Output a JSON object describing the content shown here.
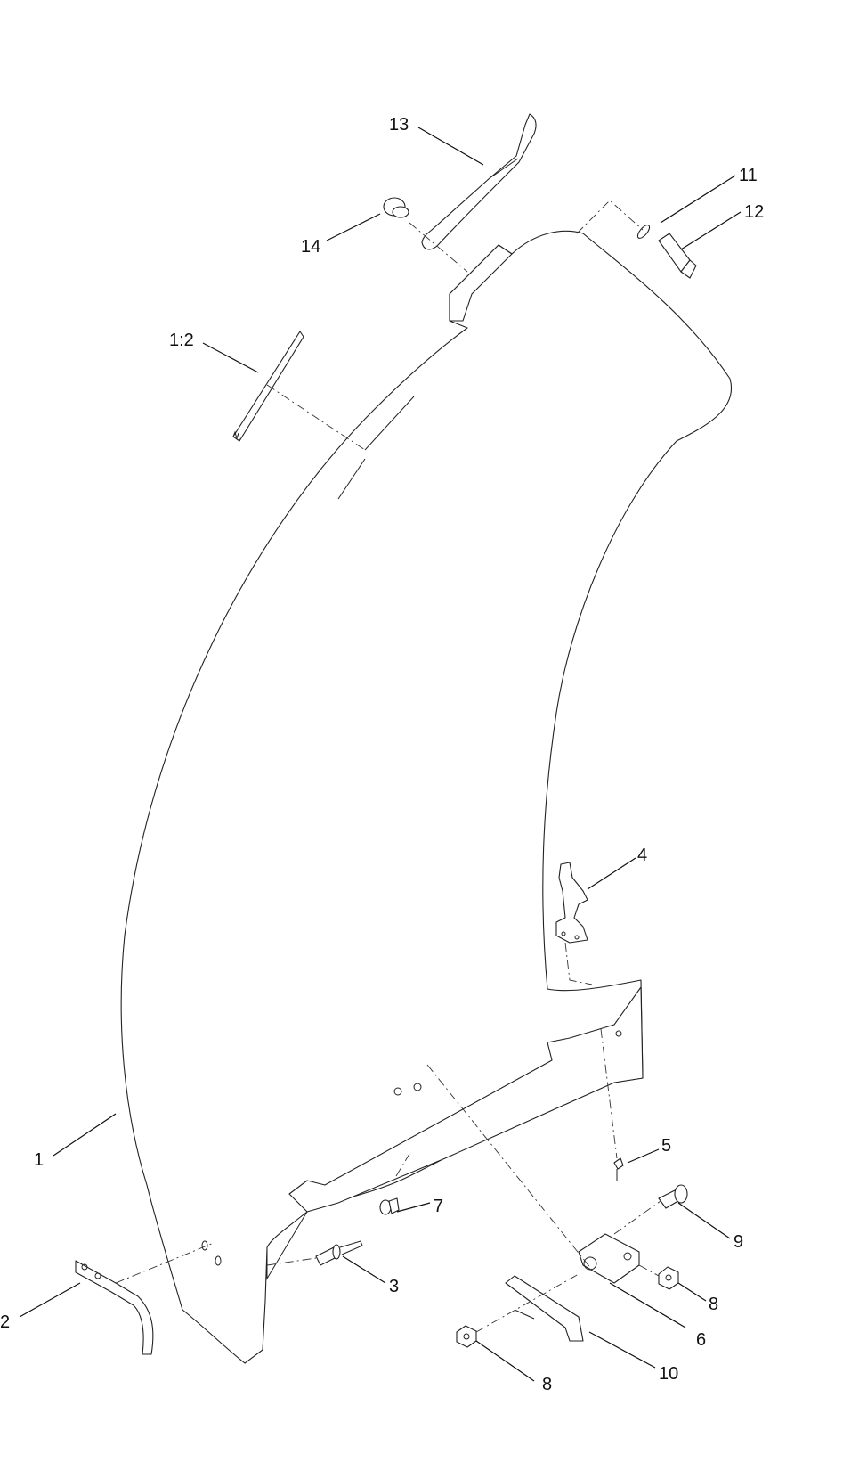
{
  "callouts": [
    {
      "id": "c1",
      "text": "1"
    },
    {
      "id": "c12b",
      "text": "1:2"
    },
    {
      "id": "c2",
      "text": "2"
    },
    {
      "id": "c3",
      "text": "3"
    },
    {
      "id": "c4",
      "text": "4"
    },
    {
      "id": "c5",
      "text": "5"
    },
    {
      "id": "c6",
      "text": "6"
    },
    {
      "id": "c7",
      "text": "7"
    },
    {
      "id": "c8a",
      "text": "8"
    },
    {
      "id": "c8b",
      "text": "8"
    },
    {
      "id": "c9",
      "text": "9"
    },
    {
      "id": "c10",
      "text": "10"
    },
    {
      "id": "c11",
      "text": "11"
    },
    {
      "id": "c12",
      "text": "12"
    },
    {
      "id": "c13",
      "text": "13"
    },
    {
      "id": "c14",
      "text": "14"
    }
  ]
}
